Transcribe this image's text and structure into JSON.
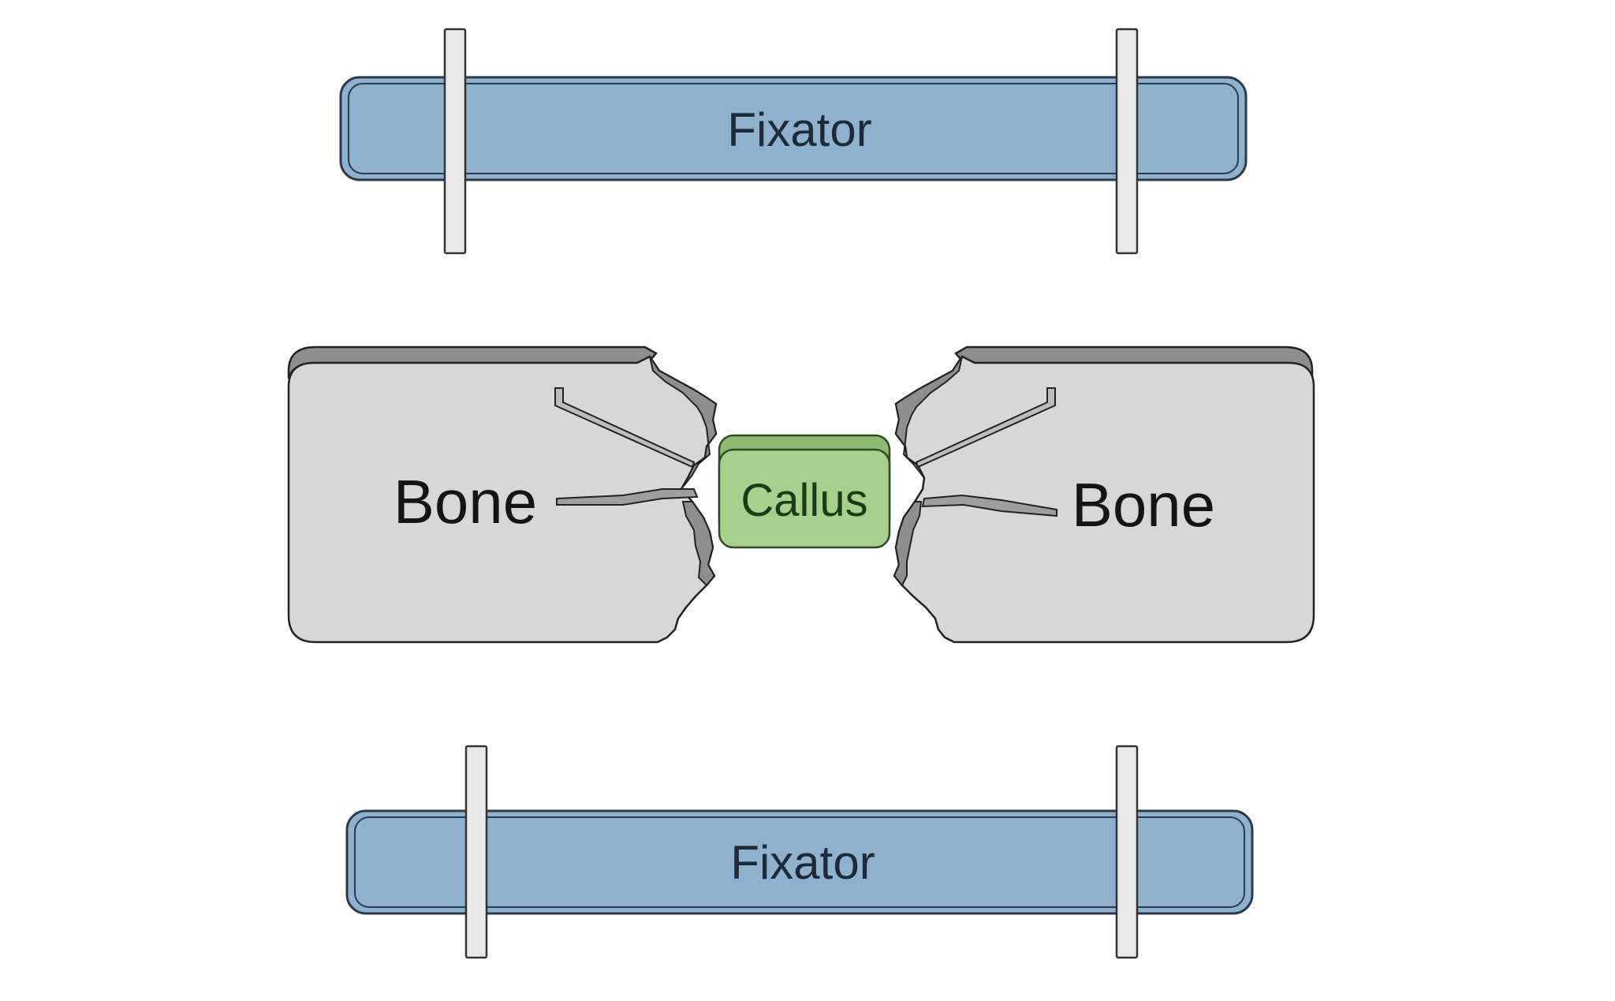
{
  "labels": {
    "fixator_top": "Fixator",
    "fixator_bottom": "Fixator",
    "bone_left": "Bone",
    "bone_right": "Bone",
    "callus": "Callus"
  },
  "colors": {
    "fixator_fill": "#8fb1cd",
    "fixator_stroke": "#2a3a4c",
    "pin_fill": "#e8e8e8",
    "bone_fill": "#d7d7d7",
    "bone_edge": "#8e8e8e",
    "callus_fill": "#a7d08c",
    "callus_stroke": "#2f4a26",
    "outline": "#222222"
  }
}
